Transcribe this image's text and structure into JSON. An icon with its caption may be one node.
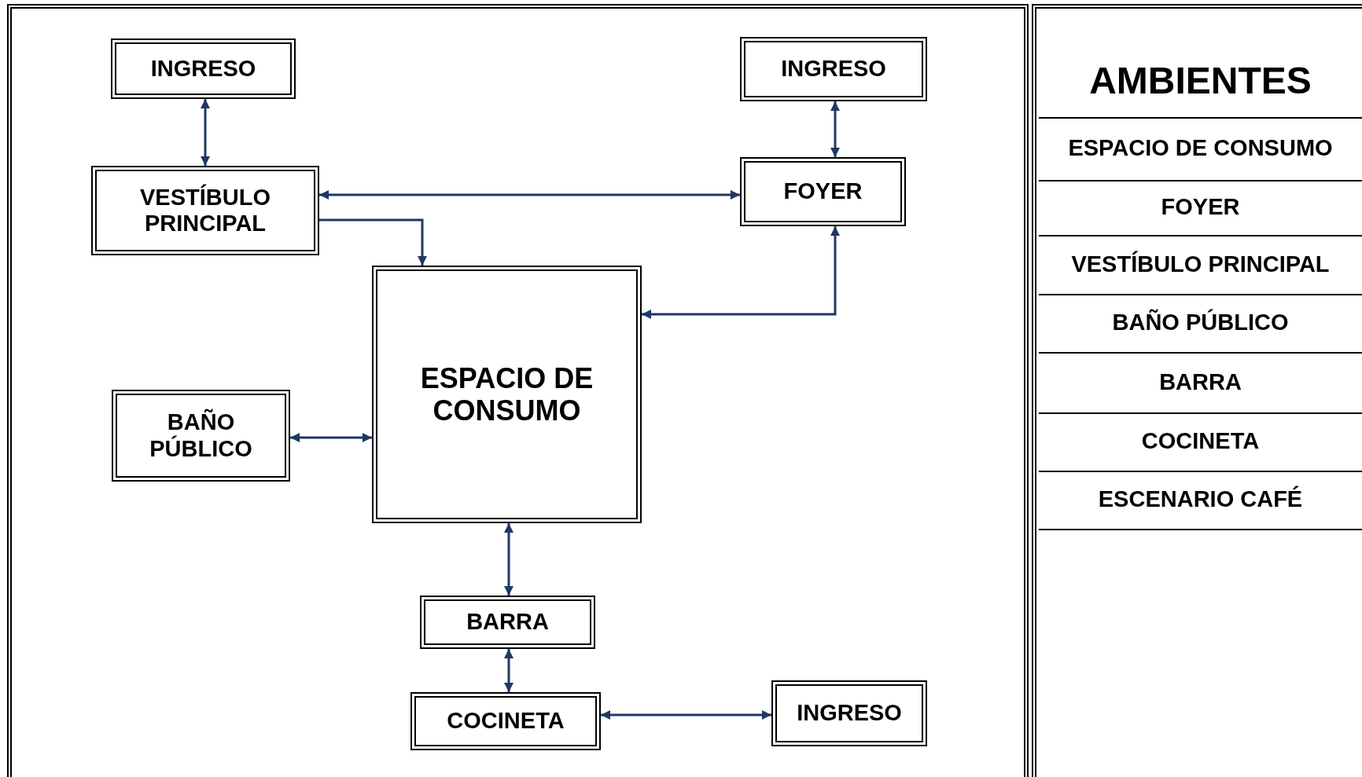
{
  "diagram": {
    "nodes": [
      {
        "text": [
          "INGRESO"
        ]
      },
      {
        "text": [
          "INGRESO"
        ]
      },
      {
        "text": [
          "VESTÍBULO PRINCIPAL"
        ]
      },
      {
        "text": [
          "FOYER"
        ]
      },
      {
        "text": [
          "ESPACIO DE CONSUMO"
        ]
      },
      {
        "text": [
          "BAÑO PÚBLICO"
        ]
      },
      {
        "text": [
          "BARRA"
        ]
      },
      {
        "text": [
          "COCINETA"
        ]
      },
      {
        "text": [
          "INGRESO"
        ]
      }
    ],
    "edges": [
      {
        "from": 0,
        "to": 2,
        "arrow": "both"
      },
      {
        "from": 1,
        "to": 3,
        "arrow": "both"
      },
      {
        "from": 2,
        "to": 3,
        "arrow": "both"
      },
      {
        "from": 2,
        "to": 4,
        "arrow": "to"
      },
      {
        "from": 3,
        "to": 4,
        "arrow": "both"
      },
      {
        "from": 5,
        "to": 4,
        "arrow": "both"
      },
      {
        "from": 4,
        "to": 6,
        "arrow": "both"
      },
      {
        "from": 6,
        "to": 7,
        "arrow": "both"
      },
      {
        "from": 7,
        "to": 8,
        "arrow": "both"
      }
    ],
    "labels": [
      "AMBIENTES",
      "ESPACIO DE CONSUMO",
      "FOYER",
      "VESTÍBULO PRINCIPAL",
      "BAÑO PÚBLICO",
      "BARRA",
      "COCINETA",
      "ESCENARIO CAFÉ"
    ]
  }
}
